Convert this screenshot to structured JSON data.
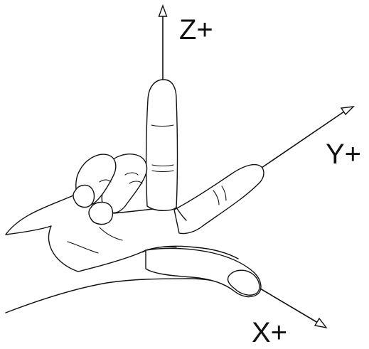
{
  "axes": {
    "z": {
      "label": "Z+"
    },
    "y": {
      "label": "Y+"
    },
    "x": {
      "label": "X+"
    }
  },
  "colors": {
    "line": "#111111",
    "background": "#ffffff"
  }
}
